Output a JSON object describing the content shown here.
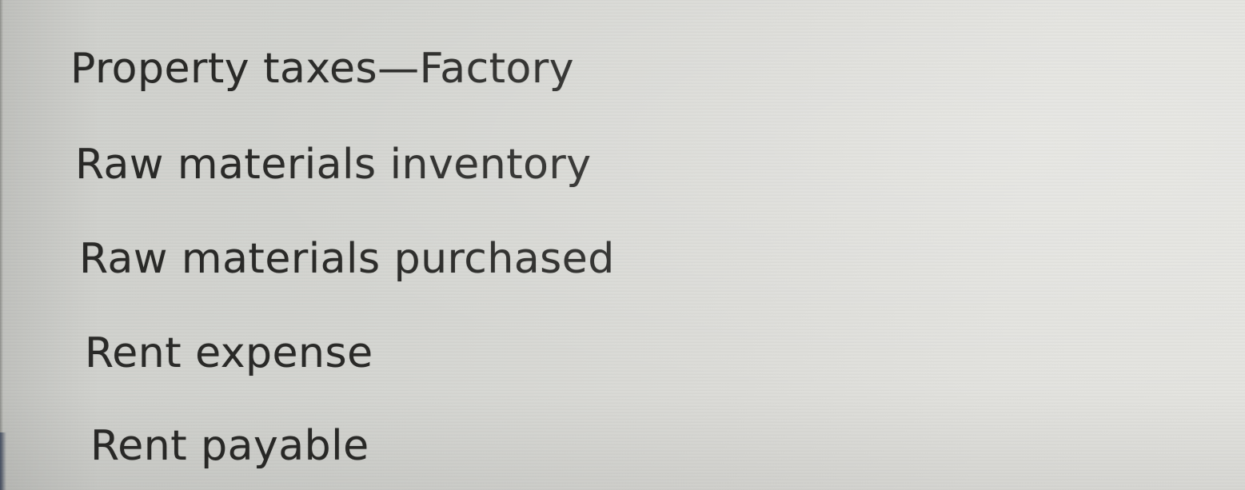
{
  "list": {
    "items": [
      {
        "label": "Property taxes—Factory"
      },
      {
        "label": "Raw materials inventory"
      },
      {
        "label": "Raw materials purchased"
      },
      {
        "label": "Rent expense"
      },
      {
        "label": "Rent payable"
      }
    ]
  },
  "colors": {
    "text": "#2a2a28",
    "background": "#d8d8d4"
  }
}
